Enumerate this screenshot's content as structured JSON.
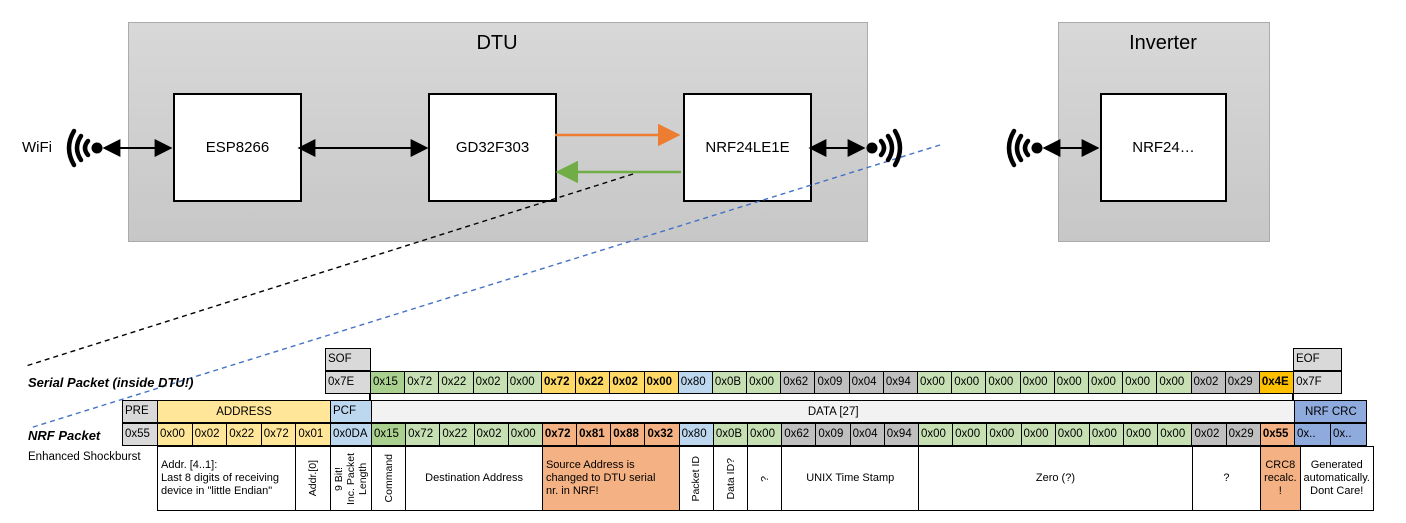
{
  "colors": {
    "gray": "#D9D9D9",
    "gray_mid": "#BFBFBF",
    "green_dark": "#A9D08E",
    "green": "#C6E0B4",
    "gold": "#FFD966",
    "orange": "#FFC000",
    "yellow": "#FFE699",
    "blue": "#BDD7EE",
    "blue_crc": "#8FAADC",
    "salmon": "#F4B183",
    "data_header": "#F2F2F2",
    "white": "#FFFFFF",
    "arrow_orange": "#ED7D31",
    "arrow_green": "#70AD47",
    "pointer_blue": "#4472C4"
  },
  "diagram": {
    "wifi_label": "WiFi",
    "dtu": {
      "title": "DTU",
      "chips": [
        "ESP8266",
        "GD32F303",
        "NRF24LE1E"
      ]
    },
    "inverter": {
      "title": "Inverter",
      "chip": "NRF24…"
    }
  },
  "serial_packet": {
    "label": "Serial Packet (inside DTU!)",
    "sof": {
      "header": "SOF",
      "value": "0x7E"
    },
    "eof": {
      "header": "EOF",
      "value": "0x7F"
    },
    "bytes": [
      {
        "v": "0x15",
        "c": "green_dark"
      },
      {
        "v": "0x72",
        "c": "green"
      },
      {
        "v": "0x22",
        "c": "green"
      },
      {
        "v": "0x02",
        "c": "green"
      },
      {
        "v": "0x00",
        "c": "green"
      },
      {
        "v": "0x72",
        "c": "gold",
        "b": 1
      },
      {
        "v": "0x22",
        "c": "gold",
        "b": 1
      },
      {
        "v": "0x02",
        "c": "gold",
        "b": 1
      },
      {
        "v": "0x00",
        "c": "gold",
        "b": 1
      },
      {
        "v": "0x80",
        "c": "blue"
      },
      {
        "v": "0x0B",
        "c": "green"
      },
      {
        "v": "0x00",
        "c": "green"
      },
      {
        "v": "0x62",
        "c": "gray_mid"
      },
      {
        "v": "0x09",
        "c": "gray_mid"
      },
      {
        "v": "0x04",
        "c": "gray_mid"
      },
      {
        "v": "0x94",
        "c": "gray_mid"
      },
      {
        "v": "0x00",
        "c": "green"
      },
      {
        "v": "0x00",
        "c": "green"
      },
      {
        "v": "0x00",
        "c": "green"
      },
      {
        "v": "0x00",
        "c": "green"
      },
      {
        "v": "0x00",
        "c": "green"
      },
      {
        "v": "0x00",
        "c": "green"
      },
      {
        "v": "0x00",
        "c": "green"
      },
      {
        "v": "0x00",
        "c": "green"
      },
      {
        "v": "0x02",
        "c": "gray_mid"
      },
      {
        "v": "0x29",
        "c": "gray_mid"
      },
      {
        "v": "0x4E",
        "c": "orange",
        "b": 1
      }
    ]
  },
  "nrf_packet": {
    "label": "NRF Packet",
    "sublabel": "Enhanced Shockburst",
    "pre": {
      "header": "PRE",
      "value": "0x55"
    },
    "address": {
      "header": "ADDRESS",
      "values": [
        "0x00",
        "0x02",
        "0x22",
        "0x72",
        "0x01"
      ]
    },
    "pcf": {
      "header": "PCF",
      "value": "0x0DA"
    },
    "data_header": "DATA [27]",
    "bytes": [
      {
        "v": "0x15",
        "c": "green_dark"
      },
      {
        "v": "0x72",
        "c": "green"
      },
      {
        "v": "0x22",
        "c": "green"
      },
      {
        "v": "0x02",
        "c": "green"
      },
      {
        "v": "0x00",
        "c": "green"
      },
      {
        "v": "0x72",
        "c": "salmon",
        "b": 1
      },
      {
        "v": "0x81",
        "c": "salmon",
        "b": 1
      },
      {
        "v": "0x88",
        "c": "salmon",
        "b": 1
      },
      {
        "v": "0x32",
        "c": "salmon",
        "b": 1
      },
      {
        "v": "0x80",
        "c": "blue"
      },
      {
        "v": "0x0B",
        "c": "green"
      },
      {
        "v": "0x00",
        "c": "green"
      },
      {
        "v": "0x62",
        "c": "gray_mid"
      },
      {
        "v": "0x09",
        "c": "gray_mid"
      },
      {
        "v": "0x04",
        "c": "gray_mid"
      },
      {
        "v": "0x94",
        "c": "gray_mid"
      },
      {
        "v": "0x00",
        "c": "green"
      },
      {
        "v": "0x00",
        "c": "green"
      },
      {
        "v": "0x00",
        "c": "green"
      },
      {
        "v": "0x00",
        "c": "green"
      },
      {
        "v": "0x00",
        "c": "green"
      },
      {
        "v": "0x00",
        "c": "green"
      },
      {
        "v": "0x00",
        "c": "green"
      },
      {
        "v": "0x00",
        "c": "green"
      },
      {
        "v": "0x02",
        "c": "gray_mid"
      },
      {
        "v": "0x29",
        "c": "gray_mid"
      },
      {
        "v": "0x55",
        "c": "salmon",
        "b": 1
      }
    ],
    "crc": {
      "header": "NRF CRC",
      "values": [
        "0x..",
        "0x.."
      ]
    }
  },
  "annotations": [
    {
      "text": "Addr. [4..1]:\nLast 8 digits of receiving\ndevice in \"little Endian\"",
      "span": 4,
      "region": "address",
      "align": "left"
    },
    {
      "text": "Addr.[0]",
      "span": 1,
      "region": "address",
      "vertical": true
    },
    {
      "text": "9 Bit!\nInc. Packet\nLength",
      "span": 1,
      "region": "pcf",
      "vertical": true
    },
    {
      "text": "Command",
      "span": 1,
      "region": "data",
      "vertical": true
    },
    {
      "text": "Destination Address",
      "span": 4,
      "region": "data"
    },
    {
      "text": "Source Address is\nchanged to DTU serial\nnr. in NRF!",
      "span": 4,
      "region": "data",
      "align": "left",
      "bg": "salmon"
    },
    {
      "text": "Packet ID",
      "span": 1,
      "region": "data",
      "vertical": true
    },
    {
      "text": "Data ID?",
      "span": 1,
      "region": "data",
      "vertical": true
    },
    {
      "text": "?",
      "span": 1,
      "region": "data",
      "vertical": true
    },
    {
      "text": "UNIX Time Stamp",
      "span": 4,
      "region": "data"
    },
    {
      "text": "Zero (?)",
      "span": 8,
      "region": "data"
    },
    {
      "text": "?",
      "span": 2,
      "region": "data"
    },
    {
      "text": "CRC8\nrecalc.\n!",
      "span": 1,
      "region": "data",
      "bg": "salmon"
    },
    {
      "text": "Generated\nautomatically.\nDont Care!",
      "span": 2,
      "region": "crc"
    }
  ]
}
